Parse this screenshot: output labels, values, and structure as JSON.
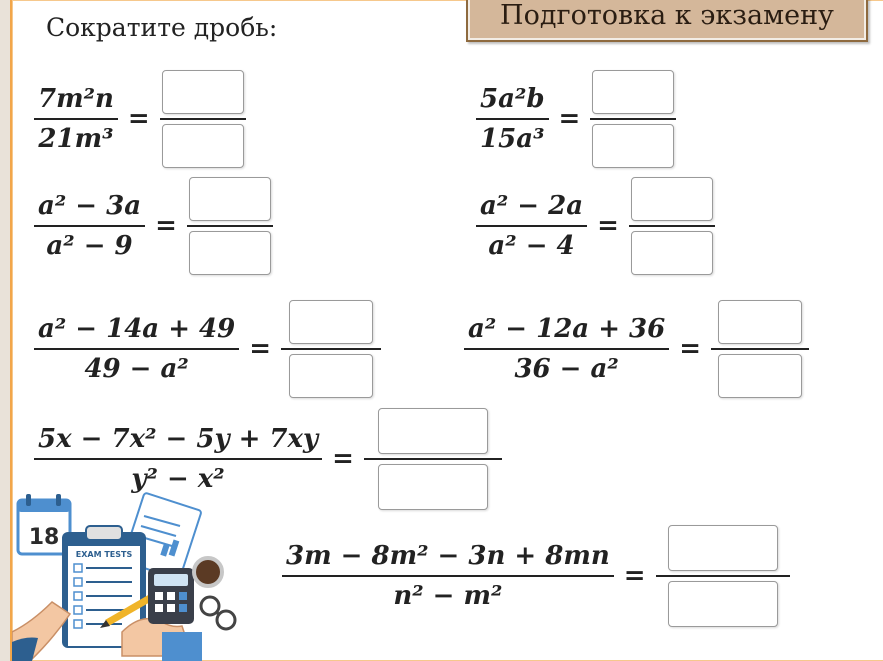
{
  "banner": {
    "text": "Подготовка к экзамену"
  },
  "task": {
    "title": "Сократите дробь:"
  },
  "equals": "=",
  "problems": [
    {
      "num": "7m²n",
      "den": "21m³"
    },
    {
      "num": "5a²b",
      "den": "15a³"
    },
    {
      "num": "a² − 3a",
      "den": "a² − 9"
    },
    {
      "num": "a² − 2a",
      "den": "a² − 4"
    },
    {
      "num": "a² − 14a + 49",
      "den": "49 − a²"
    },
    {
      "num": "a² − 12a + 36",
      "den": "36 − a²"
    },
    {
      "num": "5x − 7x² − 5y + 7xy",
      "den": "y² − x²"
    },
    {
      "num": "3m − 8m² − 3n + 8mn",
      "den": "n² − m²"
    }
  ],
  "clipart": {
    "calendar_day": "18",
    "clipboard_label": "EXAM TESTS",
    "icons": [
      "calendar-icon",
      "clipboard-icon",
      "calculator-icon",
      "coffee-cup-icon",
      "glasses-icon",
      "pencil-icon",
      "hand-icon",
      "document-icon"
    ]
  },
  "colors": {
    "page_border": "#f2a64a",
    "banner_fill": "#d4b79a",
    "banner_border": "#8e6a3f",
    "text": "#222222",
    "clipart_blue": "#4e8fcf"
  }
}
